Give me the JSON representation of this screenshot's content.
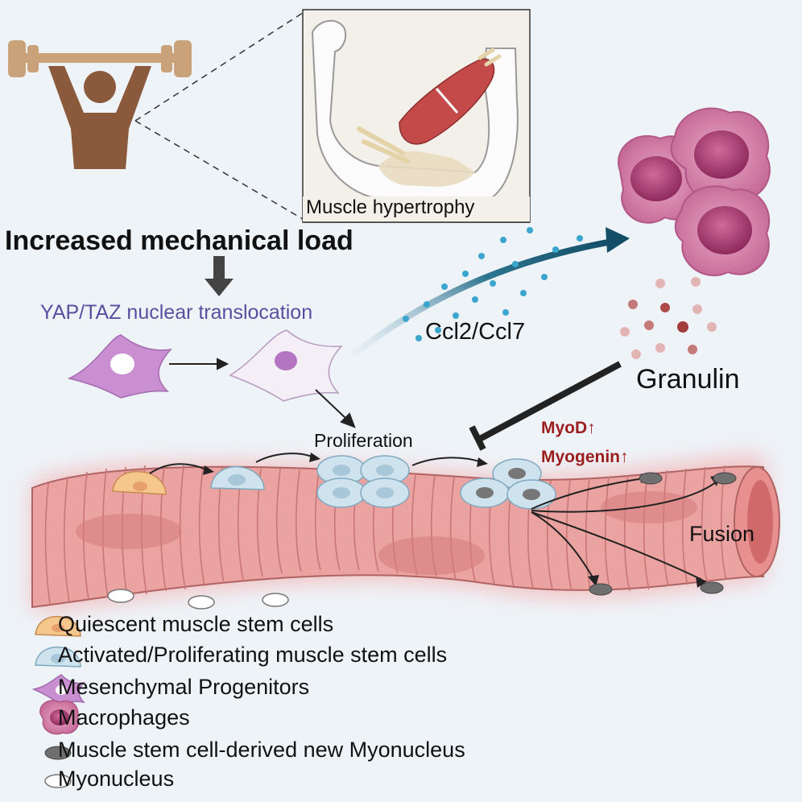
{
  "labels": {
    "increased_load": "Increased mechanical load",
    "yap_taz": "YAP/TAZ nuclear translocation",
    "ccl": "Ccl2/Ccl7",
    "granulin": "Granulin",
    "proliferation": "Proliferation",
    "myod": "MyoD↑",
    "myogenin": "Myogenin↑",
    "fusion": "Fusion",
    "inset_caption": "Muscle hypertrophy"
  },
  "legend": {
    "quiescent": "Quiescent muscle stem cells",
    "activated": "Activated/Proliferating muscle stem cells",
    "mesenchymal": "Mesenchymal Progenitors",
    "macrophages": "Macrophages",
    "new_myonucleus": "Muscle stem cell-derived new Myonucleus",
    "myonucleus": "Myonucleus"
  },
  "colors": {
    "lifter": "#8b5a3c",
    "barbell": "#c9a27a",
    "muscle_fiber": "#e9a3a3",
    "muscle_line": "#c97676",
    "quiescent_cell": "#f6c78d",
    "activated_cell": "#cfe3ee",
    "mesenchymal": "#c98fd0",
    "macrophage": "#c95c93",
    "label_purple": "#5b4ea0",
    "marker_red": "#9c1d1d",
    "arrow_teal": "#1f5f7a"
  }
}
